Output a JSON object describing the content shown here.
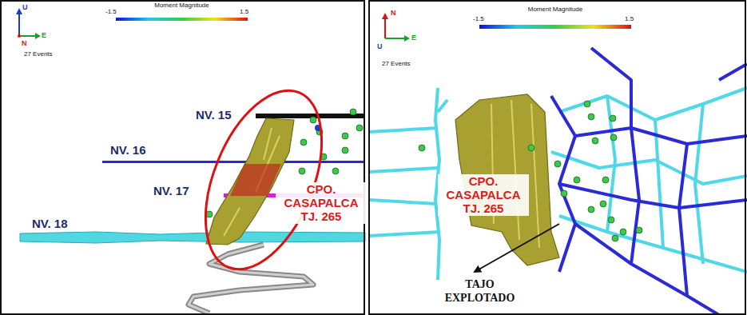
{
  "diagram": {
    "labels": [
      "U",
      "N",
      "E",
      "Moment Magnitude",
      "-1.5",
      "1.5",
      "27 Events",
      "NV. 15",
      "NV. 16",
      "NV. 17",
      "NV. 18",
      "CPO. CASAPALCA TJ. 265",
      "N",
      "U",
      "E",
      "Moment Magnitude",
      "-1.5",
      "1.5",
      "27 Events",
      "CPO. CASAPALCA TJ. 265",
      "TAJO EXPLOTADO"
    ]
  }
}
